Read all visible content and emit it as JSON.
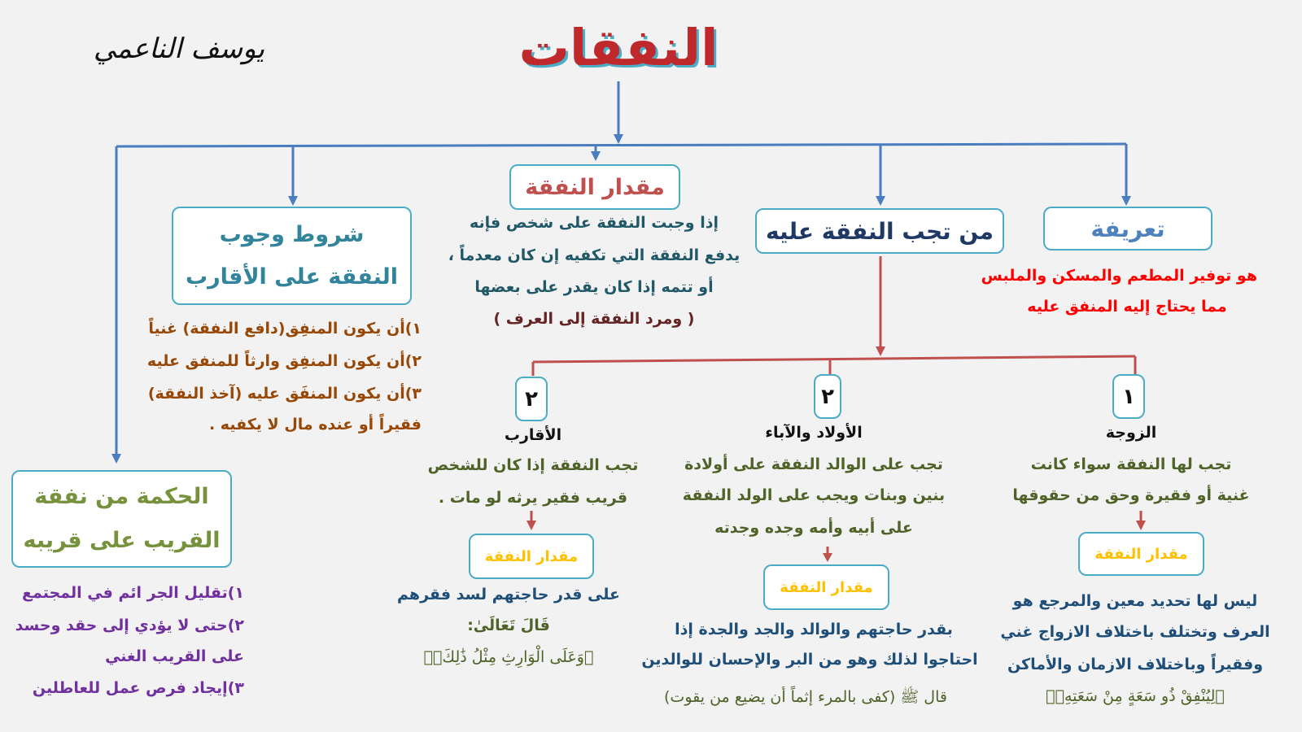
{
  "title": "النفقات",
  "signature": "يوسف الناعمي",
  "definition": {
    "heading": "تعريفة",
    "lines": [
      "هو توفير المطعم والمسكن والملبس",
      "مما يحتاج إليه المنفق عليه"
    ]
  },
  "who_pays": {
    "heading": "من تجب النفقة عليه",
    "wife": {
      "number": "١",
      "label": "الزوجة",
      "lines": [
        "تجب لها النفقة سواء كانت",
        "غنية أو فقيرة وحق من حقوقها"
      ],
      "amount_label": "مقدار النفقة",
      "amount_lines": [
        "ليس لها تحديد معين والمرجع هو",
        "العرف وتختلف باختلاف الازواج غني",
        "وفقيراً وباختلاف الازمان والأماكن"
      ],
      "verse": "﴿لِيُنْفِقْ ذُو سَعَةٍ مِنْ سَعَتِهِۖ﴾"
    },
    "children_parents": {
      "number": "٢",
      "label": "الأولاد والآباء",
      "lines": [
        "تجب على الوالد النفقة على أولادة",
        "بنين وبنات ويجب على الولد النفقة",
        "على أبيه وأمه وجده وجدته"
      ],
      "amount_label": "مقدار النفقة",
      "amount_lines": [
        "بقدر حاجتهم والوالد والجد والجدة إذا",
        "احتاجوا لذلك وهو من البر والإحسان للوالدين"
      ],
      "hadith": "قال ﷺ (كفى بالمرء إثماً أن يضيع من يقوت)"
    },
    "relatives": {
      "number": "٢",
      "label": "الأقارب",
      "lines": [
        "تجب النفقة إذا كان للشخص",
        "قريب فقير يرثه لو مات ."
      ],
      "amount_label": "مقدار النفقة",
      "amount_lines": [
        "على قدر حاجتهم لسد فقرهم"
      ],
      "verse_intro": "قَالَ تَعَالَىٰ:",
      "verse": "﴿وَعَلَى الْوَارِثِ مِثْلُ ذَٰلِكَۗ﴾"
    }
  },
  "amount": {
    "heading": "مقدار النفقة",
    "lines": [
      "إذا وجبت النفقة على شخص فإنه",
      "يدفع النفقة التي تكفيه إن كان معدماً ،",
      "أو تتمه إذا كان يقدر على بعضها"
    ],
    "note": "( ومرد النفقة إلى العرف )"
  },
  "conditions": {
    "heading_lines": [
      "شروط وجوب",
      "النفقة على الأقارب"
    ],
    "items": [
      "١)أن يكون المنفِق(دافع النفقة) غنياً",
      "٢)أن يكون المنفِق وارثاً للمنفق عليه",
      "٣)أن يكون المنفَق عليه (آخذ النفقة)",
      "فقيراً أو عنده مال لا يكفيه ."
    ]
  },
  "wisdom": {
    "heading_lines": [
      "الحكمة من نفقة",
      "القريب على قريبه"
    ],
    "items": [
      "١)تقليل الجر ائم في المجتمع",
      "٢)حتى لا يؤدي إلى حقد وحسد",
      "على القريب الغني",
      "٣)إيجاد فرص عمل للعاطلين"
    ]
  },
  "colors": {
    "title": "#c0292b",
    "blue_line": "#4a7cc0",
    "red_line": "#c0504d",
    "box_border": "#4bacc6"
  }
}
